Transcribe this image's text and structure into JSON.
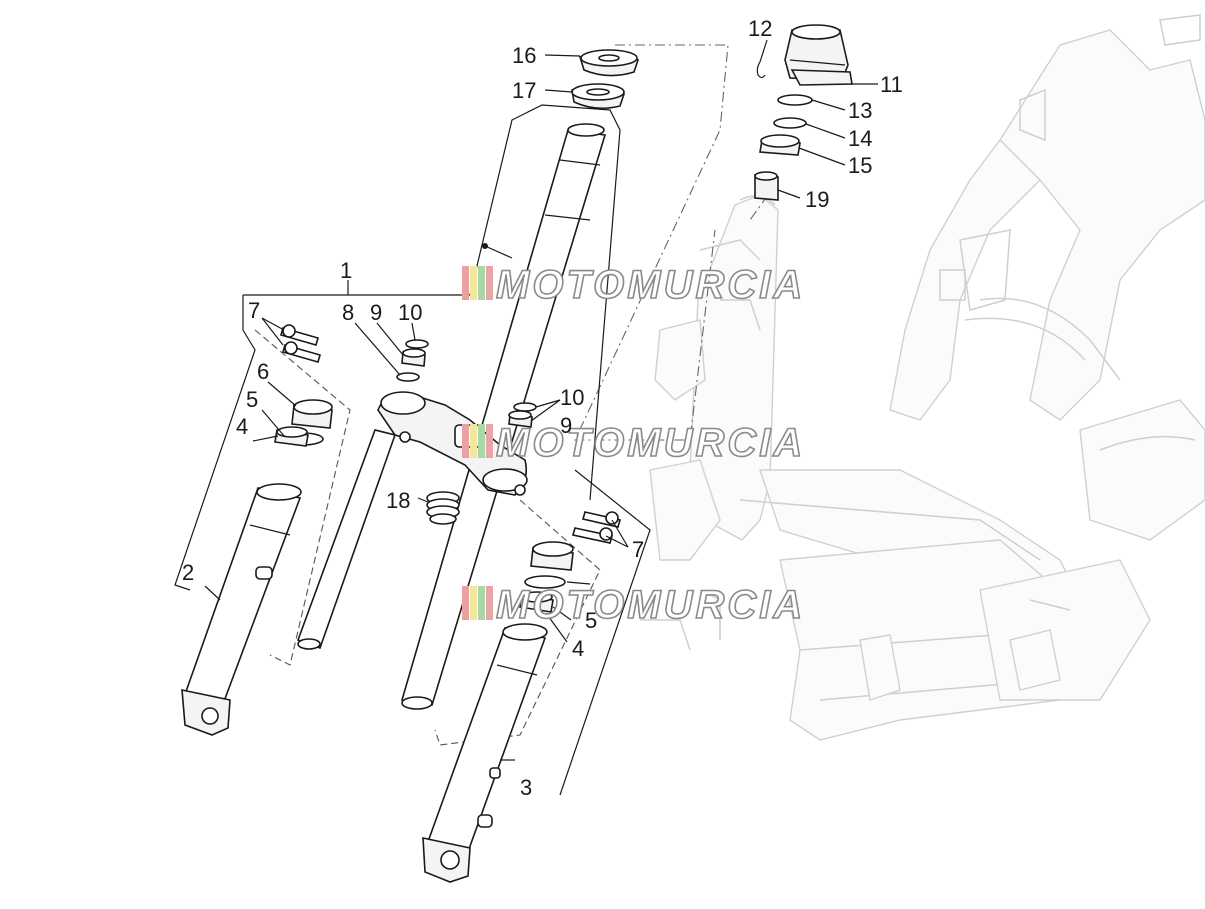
{
  "watermark": {
    "text": "MOTOMURCIA",
    "stripe_colors": [
      "#e8a2a2",
      "#f2e6a0",
      "#a8d8a8",
      "#e6a6a6"
    ]
  },
  "callouts": [
    {
      "id": "c1",
      "label": "1"
    },
    {
      "id": "c2",
      "label": "2"
    },
    {
      "id": "c3",
      "label": "3"
    },
    {
      "id": "c4a",
      "label": "4"
    },
    {
      "id": "c4b",
      "label": "4"
    },
    {
      "id": "c5a",
      "label": "5"
    },
    {
      "id": "c5b",
      "label": "5"
    },
    {
      "id": "c6",
      "label": "6"
    },
    {
      "id": "c7a",
      "label": "7"
    },
    {
      "id": "c7b",
      "label": "7"
    },
    {
      "id": "c8",
      "label": "8"
    },
    {
      "id": "c9a",
      "label": "9"
    },
    {
      "id": "c9b",
      "label": "9"
    },
    {
      "id": "c10a",
      "label": "10"
    },
    {
      "id": "c10b",
      "label": "10"
    },
    {
      "id": "c11",
      "label": "11"
    },
    {
      "id": "c12",
      "label": "12"
    },
    {
      "id": "c13",
      "label": "13"
    },
    {
      "id": "c14",
      "label": "14"
    },
    {
      "id": "c15",
      "label": "15"
    },
    {
      "id": "c16",
      "label": "16"
    },
    {
      "id": "c17",
      "label": "17"
    },
    {
      "id": "c18",
      "label": "18"
    },
    {
      "id": "c19",
      "label": "19"
    }
  ]
}
